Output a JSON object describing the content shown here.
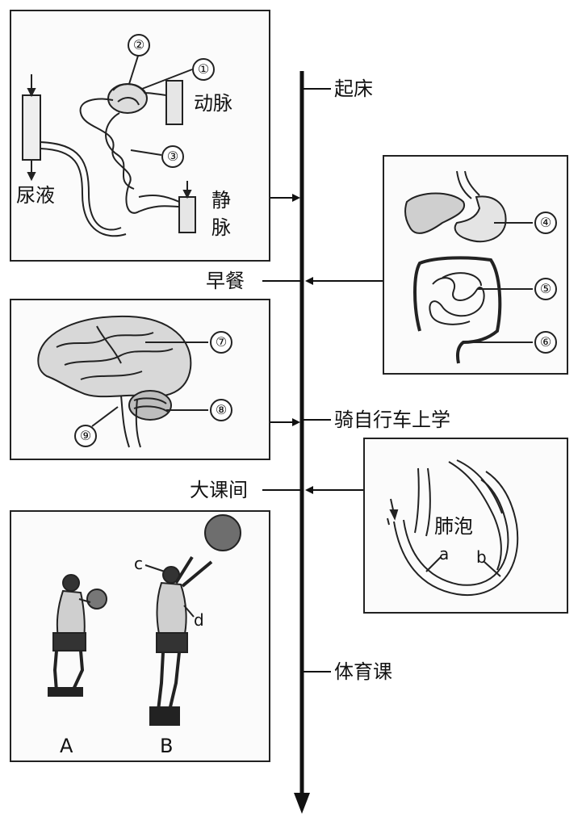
{
  "timeline": {
    "events": {
      "wake_up": "起床",
      "breakfast": "早餐",
      "bike_to_school": "骑自行车上学",
      "big_break": "大课间",
      "pe_class": "体育课"
    }
  },
  "kidney_panel": {
    "markers": {
      "m1": "①",
      "m2": "②",
      "m3": "③"
    },
    "labels": {
      "artery": "动脉",
      "urine": "尿液",
      "vein_1": "静",
      "vein_2": "脉"
    }
  },
  "digestive_panel": {
    "markers": {
      "m4": "④",
      "m5": "⑤",
      "m6": "⑥"
    }
  },
  "brain_panel": {
    "markers": {
      "m7": "⑦",
      "m8": "⑧",
      "m9": "⑨"
    }
  },
  "alveolus_panel": {
    "labels": {
      "title": "肺泡",
      "a": "a",
      "b": "b"
    }
  },
  "basketball_panel": {
    "labels": {
      "a": "A",
      "b": "B",
      "c": "c",
      "d": "d"
    }
  }
}
